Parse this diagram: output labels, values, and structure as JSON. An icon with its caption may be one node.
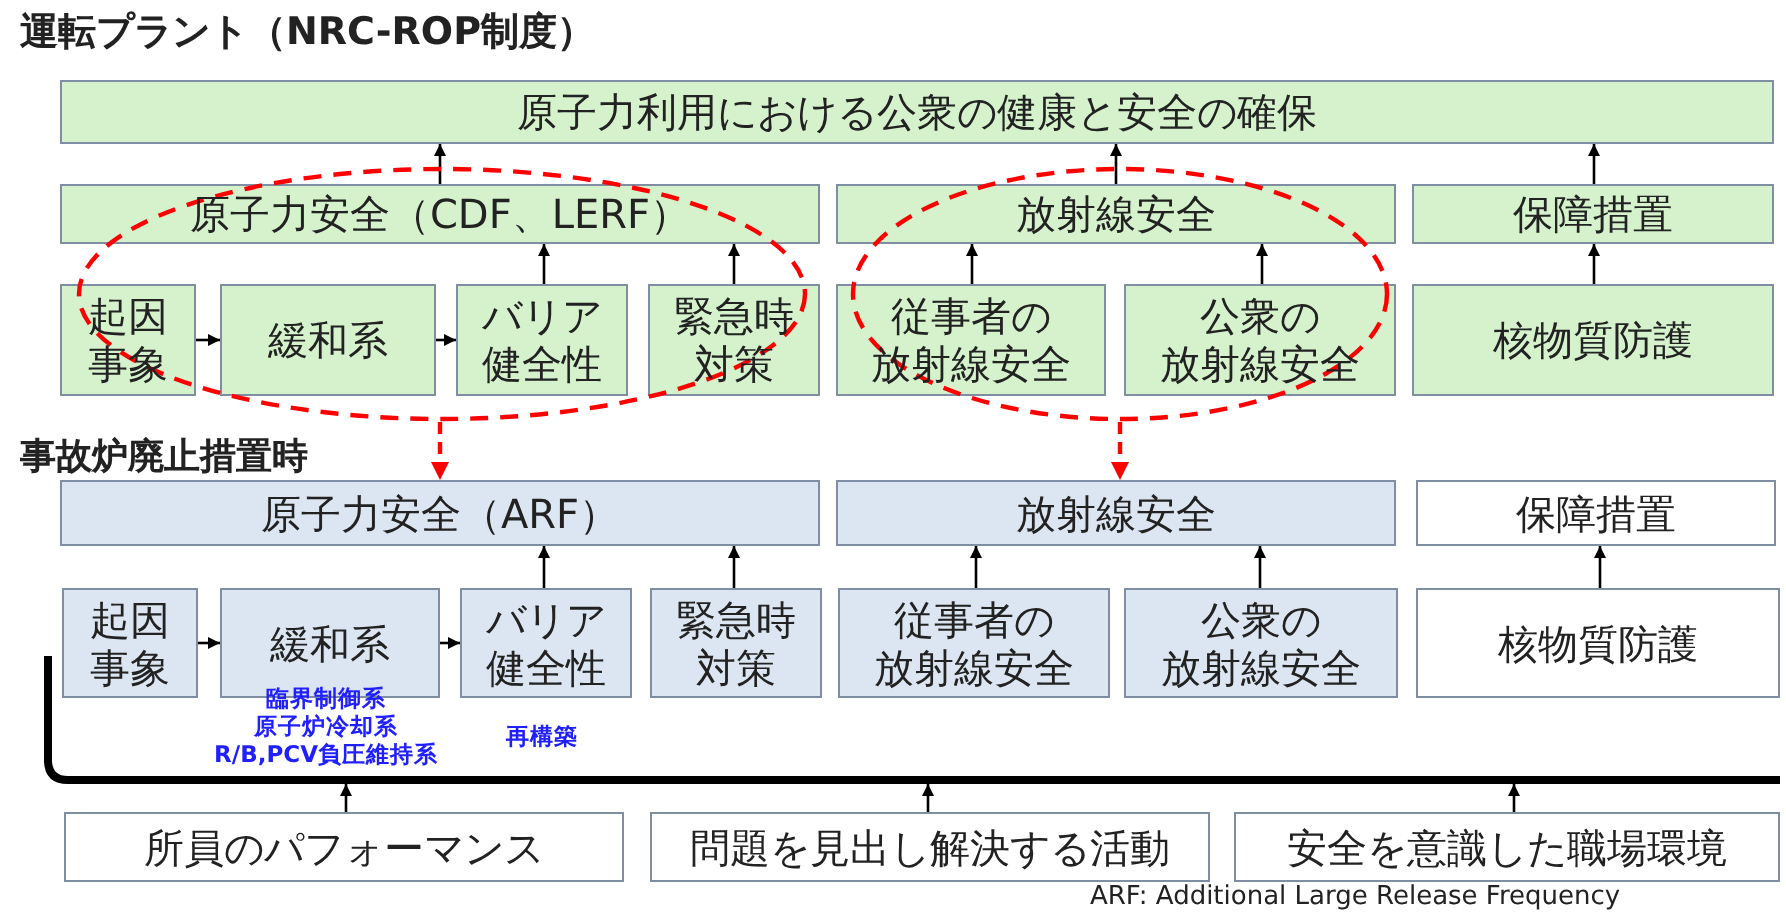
{
  "diagram": {
    "nodes": [
      {
        "text": [
          "原子力利用における公衆の健康と安全の確保"
        ]
      },
      {
        "text": [],
        "shape": "ellipse"
      },
      {
        "text": [
          "原子力安全（CDF、LERF）"
        ],
        "in": 1
      },
      {
        "text": [],
        "shape": "ellipse"
      },
      {
        "text": [
          "放射線安全"
        ],
        "in": 3
      },
      {
        "text": [
          "保障措置"
        ]
      },
      {
        "text": [
          "起因事象"
        ],
        "in": 1
      },
      {
        "text": [
          "緩和系"
        ],
        "in": 1
      },
      {
        "text": [
          "バリア健全性"
        ],
        "in": 1
      },
      {
        "text": [
          "緊急時対策"
        ],
        "in": 1
      },
      {
        "text": [
          "従事者の放射線安全"
        ],
        "in": 3
      },
      {
        "text": [
          "公衆の放射線安全"
        ],
        "in": 3
      },
      {
        "text": [
          "核物質防護"
        ]
      },
      {
        "text": [
          "原子力安全（ARF）"
        ]
      },
      {
        "text": [
          "放射線安全"
        ]
      },
      {
        "text": [
          "保障措置"
        ]
      },
      {
        "text": [
          "起因事象"
        ]
      },
      {
        "text": [
          "緩和系"
        ]
      },
      {
        "text": [
          "バリア健全性"
        ]
      },
      {
        "text": [
          "緊急時対策"
        ]
      },
      {
        "text": [
          "従事者の放射線安全"
        ]
      },
      {
        "text": [
          "公衆の放射線安全"
        ]
      },
      {
        "text": [
          "核物質防護"
        ]
      },
      {
        "text": [],
        "shape": "line"
      },
      {
        "text": [
          "所員のパフォーマンス"
        ]
      },
      {
        "text": [
          "問題を見出し解決する活動"
        ]
      },
      {
        "text": [
          "安全を意識した職場環境"
        ]
      }
    ],
    "edges": [
      {
        "from": 2,
        "to": 0,
        "arrow": "to"
      },
      {
        "from": 4,
        "to": 0,
        "arrow": "to"
      },
      {
        "from": 5,
        "to": 0,
        "arrow": "to"
      },
      {
        "from": 6,
        "to": 7,
        "arrow": "to"
      },
      {
        "from": 7,
        "to": 8,
        "arrow": "to"
      },
      {
        "from": 8,
        "to": 2,
        "arrow": "to"
      },
      {
        "from": 9,
        "to": 2,
        "arrow": "to"
      },
      {
        "from": 10,
        "to": 4,
        "arrow": "to"
      },
      {
        "from": 11,
        "to": 4,
        "arrow": "to"
      },
      {
        "from": 12,
        "to": 5,
        "arrow": "to"
      },
      {
        "from": 1,
        "to": 13,
        "arrow": "to",
        "style": "dashed",
        "color": "#ff0000"
      },
      {
        "from": 3,
        "to": 14,
        "arrow": "to",
        "style": "dashed",
        "color": "#ff0000"
      },
      {
        "from": 16,
        "to": 17,
        "arrow": "to"
      },
      {
        "from": 17,
        "to": 18,
        "arrow": "to"
      },
      {
        "from": 18,
        "to": 13,
        "arrow": "to"
      },
      {
        "from": 19,
        "to": 13,
        "arrow": "to"
      },
      {
        "from": 20,
        "to": 14,
        "arrow": "to"
      },
      {
        "from": 21,
        "to": 14,
        "arrow": "to"
      },
      {
        "from": 22,
        "to": 15,
        "arrow": "to"
      },
      {
        "from": 24,
        "to": 23,
        "arrow": "to"
      },
      {
        "from": 25,
        "to": 23,
        "arrow": "to"
      },
      {
        "from": 26,
        "to": 23,
        "arrow": "to"
      }
    ],
    "labels": [
      "運転プラント（NRC-ROP制度）",
      "事故炉廃止措置時",
      "臨界制御系",
      "原子炉冷却系",
      "R/B,PCV負圧維持系",
      "再構築",
      "ARF: Additional Large Release Frequency"
    ]
  }
}
